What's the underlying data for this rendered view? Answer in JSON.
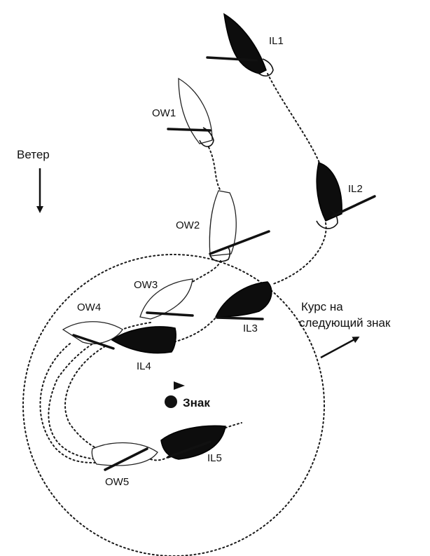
{
  "labels": {
    "wind": "Ветер",
    "course_line1": "Курс на",
    "course_line2": "следующий знак",
    "mark": "Знак"
  },
  "boats": {
    "IL1": "IL1",
    "IL2": "IL2",
    "IL3": "IL3",
    "IL4": "IL4",
    "IL5": "IL5",
    "OW1": "OW1",
    "OW2": "OW2",
    "OW3": "OW3",
    "OW4": "OW4",
    "OW5": "OW5"
  },
  "colors": {
    "inside_boat": "#0d0d0d",
    "outside_boat": "#ffffff",
    "ink": "#111111"
  }
}
